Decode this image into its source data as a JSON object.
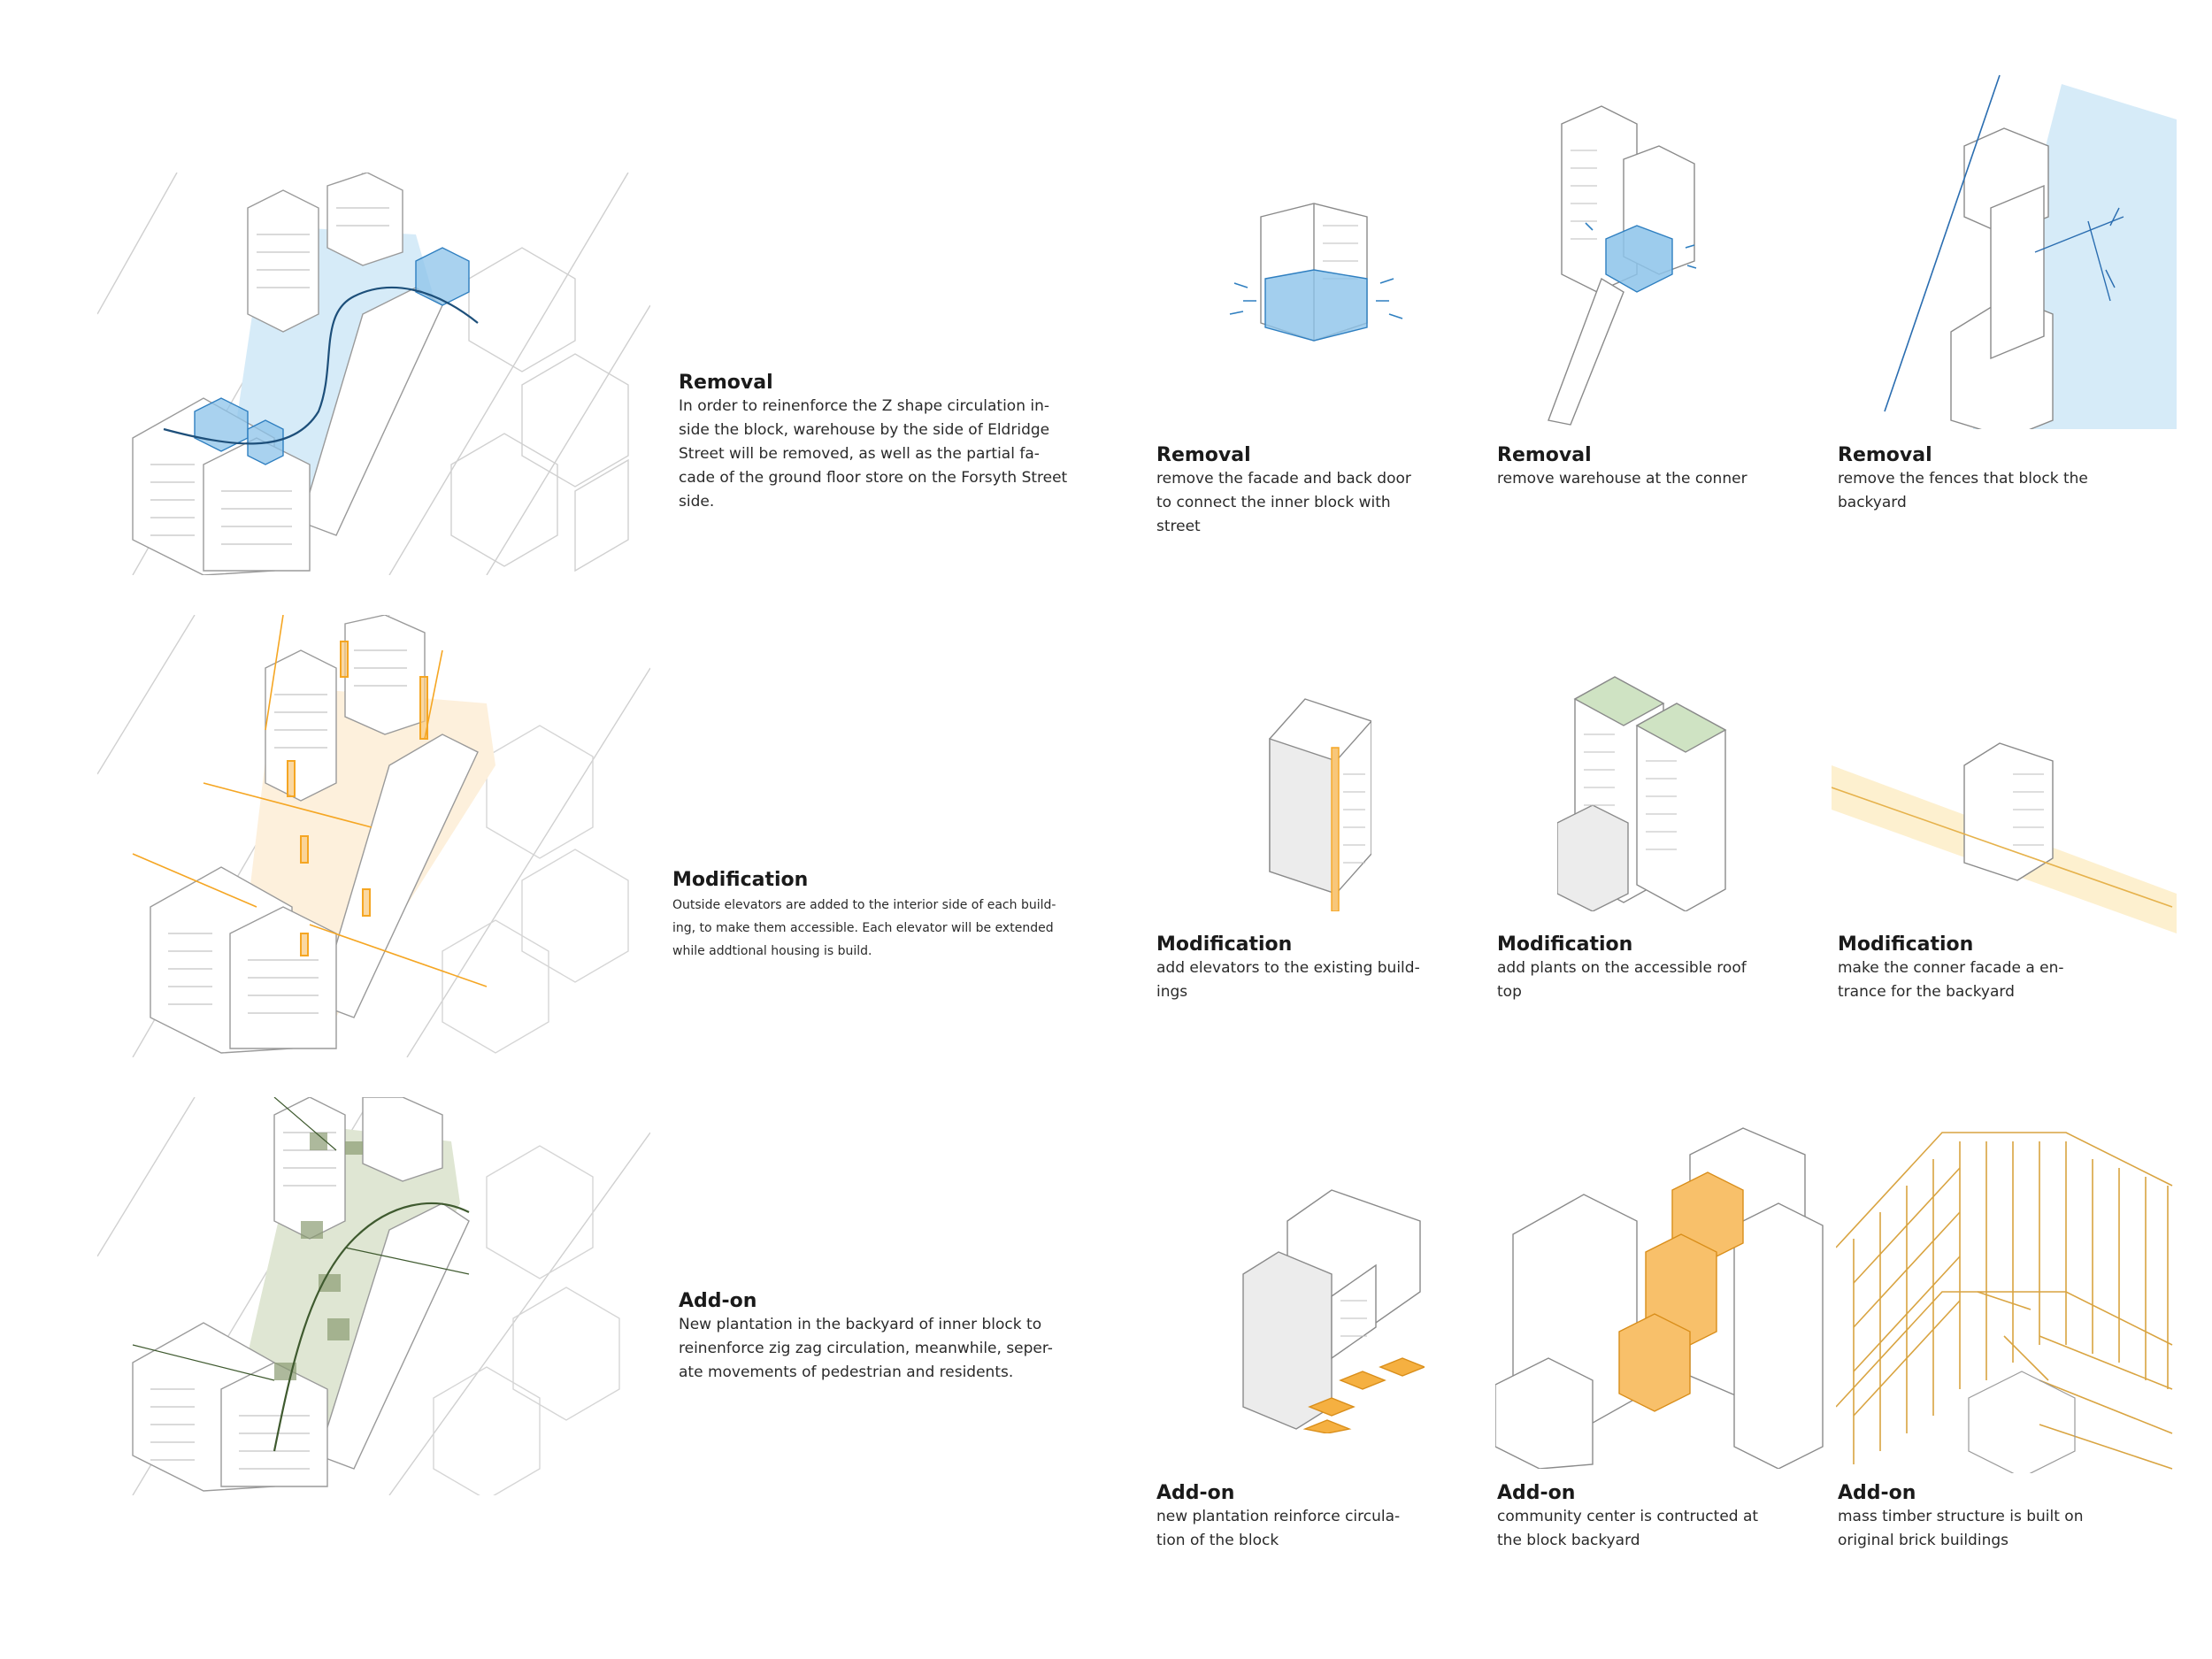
{
  "colors": {
    "removal_accent": "#8cc3ea",
    "modification_accent": "#f5a623",
    "addon_accent": "#8a9b72",
    "addon_orange": "#f5b041",
    "timber": "#d9a441"
  },
  "rows": [
    {
      "heading": "Removal",
      "description": "In order to reinenforce the Z shape circulation in-\nside the block,  warehouse by the side of Eldridge\nStreet will be removed, as well as the partial fa-\ncade of the ground floor store on the Forsyth Street\nside.",
      "items": [
        {
          "title": "Removal",
          "text": "remove the facade and back door\nto connect the inner block with\nstreet"
        },
        {
          "title": "Removal",
          "text": "remove warehouse at the conner"
        },
        {
          "title": "Removal",
          "text": "remove the fences that block the\nbackyard"
        }
      ]
    },
    {
      "heading": "Modification",
      "description": "Outside elevators are added to the interior side of each build-\ning, to make them accessible. Each elevator will be extended\nwhile addtional housing is build.",
      "items": [
        {
          "title": "Modification",
          "text": "add elevators to the existing build-\nings"
        },
        {
          "title": "Modification",
          "text": "add plants on the accessible roof\ntop"
        },
        {
          "title": "Modification",
          "text": "make the conner facade a en-\ntrance for the backyard"
        }
      ]
    },
    {
      "heading": "Add-on",
      "description": "New plantation in the backyard of inner block to\nreinenforce zig zag circulation, meanwhile, seper-\nate movements of pedestrian and residents.",
      "items": [
        {
          "title": "Add-on",
          "text": "new plantation reinforce circula-\ntion of the block"
        },
        {
          "title": "Add-on",
          "text": "community center is contructed at\nthe block backyard"
        },
        {
          "title": "Add-on",
          "text": "mass timber structure is built on\noriginal brick buildings"
        }
      ]
    }
  ]
}
